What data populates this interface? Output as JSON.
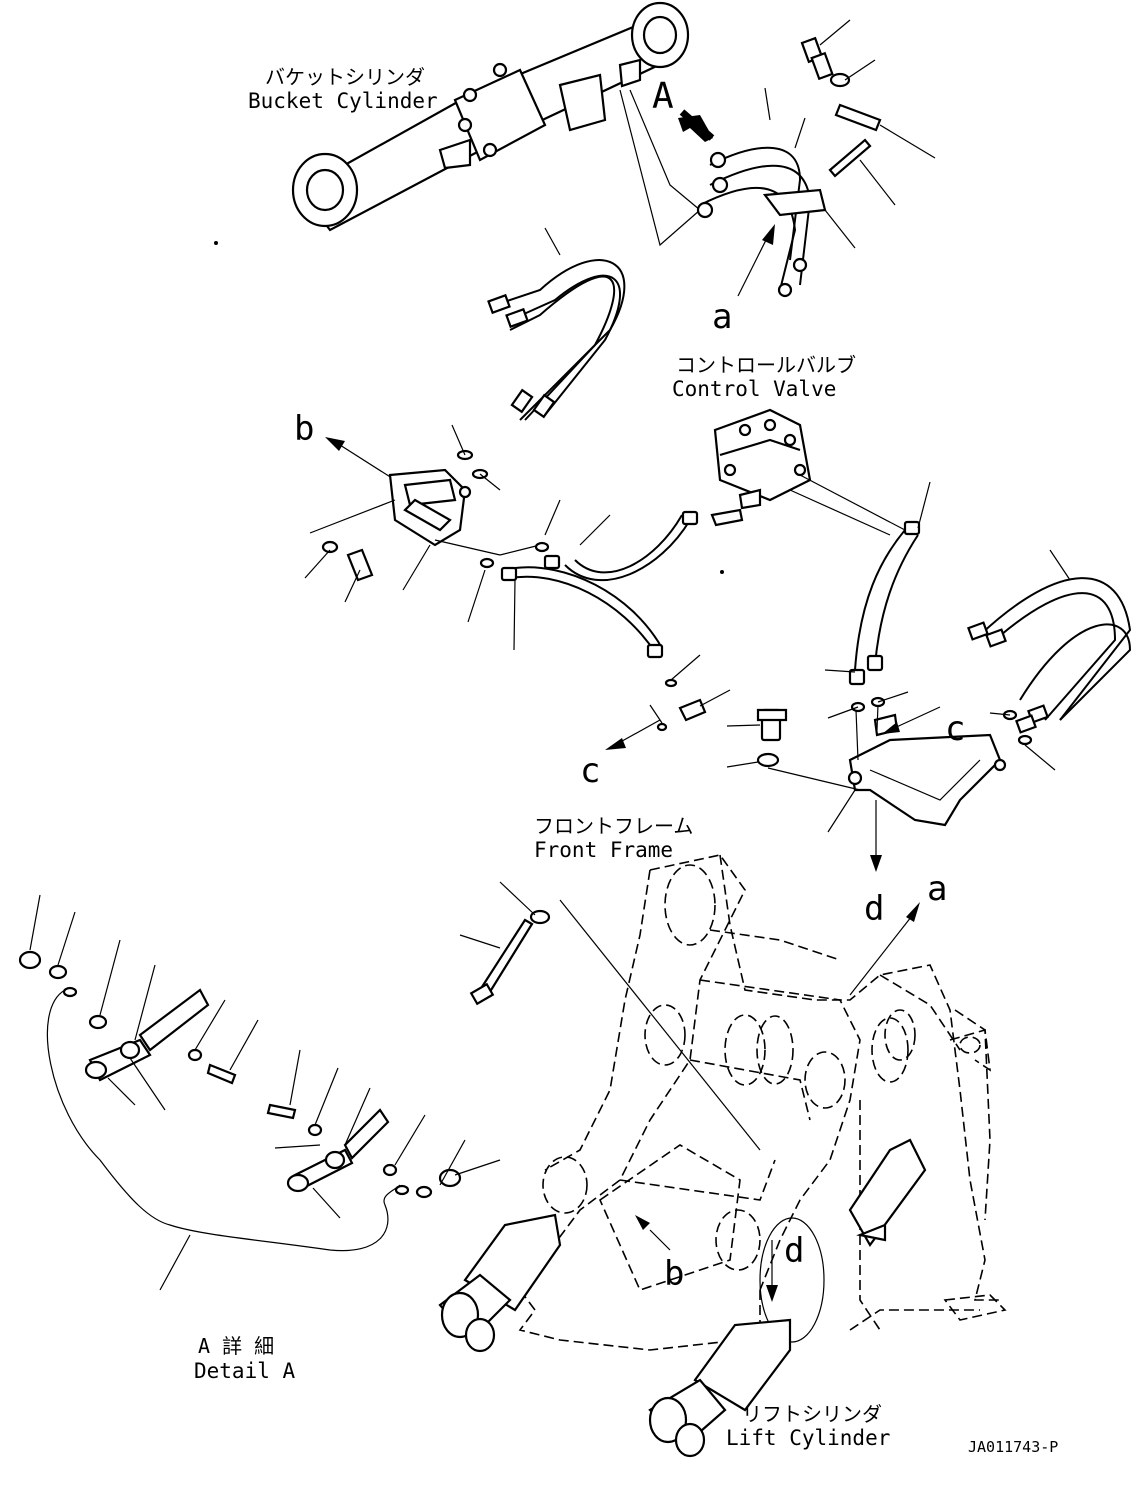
{
  "labels": {
    "bucket_cylinder_jp": "バケットシリンダ",
    "bucket_cylinder_en": "Bucket Cylinder",
    "control_valve_jp": "コントロールバルブ",
    "control_valve_en": "Control Valve",
    "front_frame_jp": "フロントフレーム",
    "front_frame_en": "Front Frame",
    "detail_a_jp": "A 詳 細",
    "detail_a_en": "Detail A",
    "lift_cylinder_jp": "リフトシリンダ",
    "lift_cylinder_en": "Lift Cylinder",
    "drawing_number": "JA011743-P"
  },
  "callouts": {
    "A": "A",
    "a_top": "a",
    "a_right": "a",
    "b_left": "b",
    "b_frame": "b",
    "c_left": "c",
    "c_right": "c",
    "d_arrow": "d",
    "d_circle": "d"
  }
}
